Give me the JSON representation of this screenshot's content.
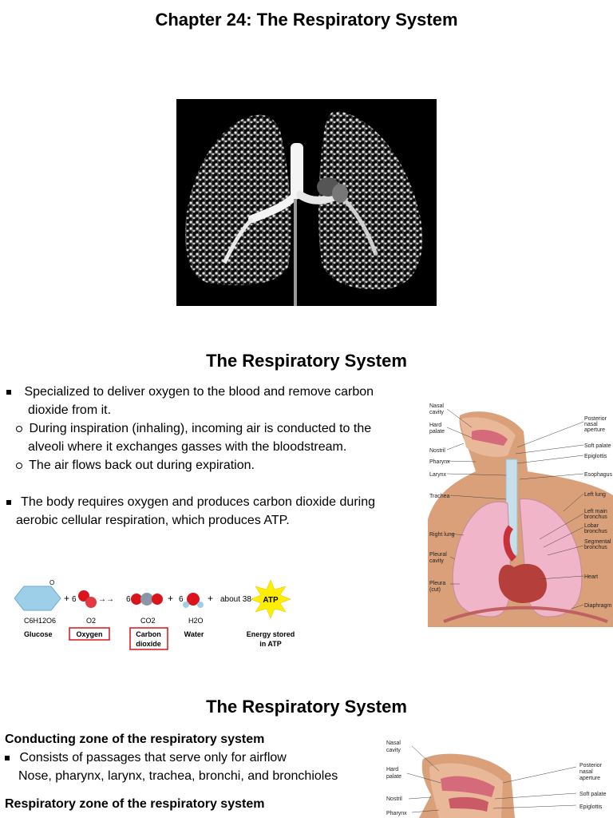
{
  "slide1": {
    "title": "Chapter 24: The Respiratory System"
  },
  "slide2": {
    "title": "The Respiratory System",
    "bullets": [
      {
        "line1": "Specialized to deliver oxygen to the blood and remove carbon",
        "line2": "dioxide from it."
      },
      {
        "line1": "During inspiration (inhaling), incoming air is conducted to the",
        "line2": "alveoli where it exchanges gasses with the bloodstream."
      },
      {
        "line1": "The air flows back out during expiration."
      },
      {
        "line1": "The body requires oxygen and produces carbon dioxide during",
        "line2": "aerobic cellular respiration, which produces ATP."
      }
    ],
    "equation": {
      "glucose_formula": "C6H12O6",
      "glucose_name": "Glucose",
      "oxygen_coef": "6",
      "oxygen_formula": "O2",
      "oxygen_name": "Oxygen",
      "co2_coef": "6",
      "co2_formula": "CO2",
      "co2_name_1": "Carbon",
      "co2_name_2": "dioxide",
      "water_coef": "6",
      "water_formula": "H2O",
      "water_name": "Water",
      "atp_text": "about 38",
      "atp_label": "ATP",
      "energy_1": "Energy stored",
      "energy_2": "in ATP",
      "plus": "+",
      "arrow": "→→"
    },
    "anatomy_labels_left": [
      "Nasal cavity",
      "Hard palate",
      "Nostril",
      "Pharynx",
      "Larynx",
      "Trachea",
      "Right lung",
      "Pleural cavity",
      "Pleura (cut)"
    ],
    "anatomy_labels_right": [
      "Posterior nasal aperture",
      "Soft palate",
      "Epiglottis",
      "Esophagus",
      "Left lung",
      "Left main bronchus",
      "Lobar bronchus",
      "Segmental bronchus",
      "Heart",
      "Diaphragm"
    ]
  },
  "slide3": {
    "title": "The Respiratory System",
    "heading1": "Conducting zone of the respiratory system",
    "bullet1": "Consists of passages that serve only for airflow",
    "sub1": "Nose, pharynx, larynx, trachea, bronchi, and bronchioles",
    "heading2": "Respiratory zone of the respiratory system",
    "anatomy_labels_left": [
      "Nasal cavity",
      "Hard palate",
      "Nostril",
      "Pharynx"
    ],
    "anatomy_labels_right": [
      "Posterior nasal aperture",
      "Soft palate",
      "Epiglottis"
    ]
  },
  "colors": {
    "photo_bg": "#000000",
    "lung_tissue": "#f2f2f2",
    "skin": "#d9a07a",
    "lung_pink": "#f0b5c8",
    "highlight_box": "#d9141a",
    "atp_star": "#ffee00",
    "glucose": "#9ecfe8"
  }
}
